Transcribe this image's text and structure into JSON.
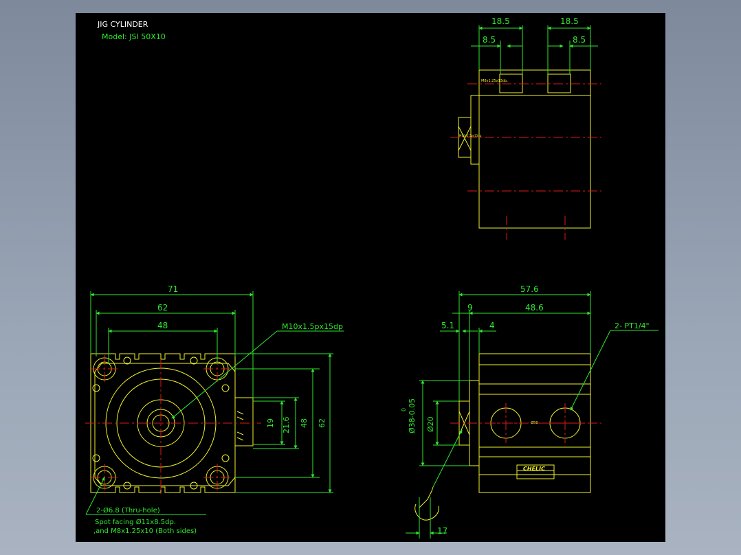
{
  "header": {
    "title": "JIG CYLINDER",
    "model": "Model: JSI 50X10"
  },
  "colors": {
    "background": "#000000",
    "outline": "#f2f22a",
    "dimension": "#2ee92e",
    "centerline": "#e01818",
    "title_text": "#ffffff",
    "model_text": "#2ee92e"
  },
  "top_view": {
    "dim_left_outer": "18.5",
    "dim_left_inner": "8.5",
    "dim_right_outer": "18.5",
    "dim_right_inner": "8.5",
    "port_label": "M8x1.25x13dp.",
    "rod_label": "M10x1.5px15dp"
  },
  "front_view": {
    "dim_71": "71",
    "dim_62_width": "62",
    "dim_48_width": "48",
    "dim_19": "19",
    "dim_21_6": "21.6",
    "dim_48_height": "48",
    "dim_62_height": "62",
    "rod_thread_callout": "M10x1.5px15dp",
    "hole_callout_1": "2-Ø6.8 (Thru-hole)",
    "hole_callout_2": "Spot facing  Ø11x8.5dp.",
    "hole_callout_3": ",and  M8x1.25x10 (Both sides)"
  },
  "side_view": {
    "dim_57_6": "57.6",
    "dim_9": "9",
    "dim_48_6": "48.6",
    "dim_5_1": "5.1",
    "dim_4": "4",
    "dim_38_tolerance_upper": "0",
    "dim_38": "Ø38-0.05",
    "dim_20": "Ø20",
    "dim_17": "17",
    "port_callout": "2-  PT1/4\"",
    "brand": "CHELIC",
    "center_label": "Ø58"
  }
}
